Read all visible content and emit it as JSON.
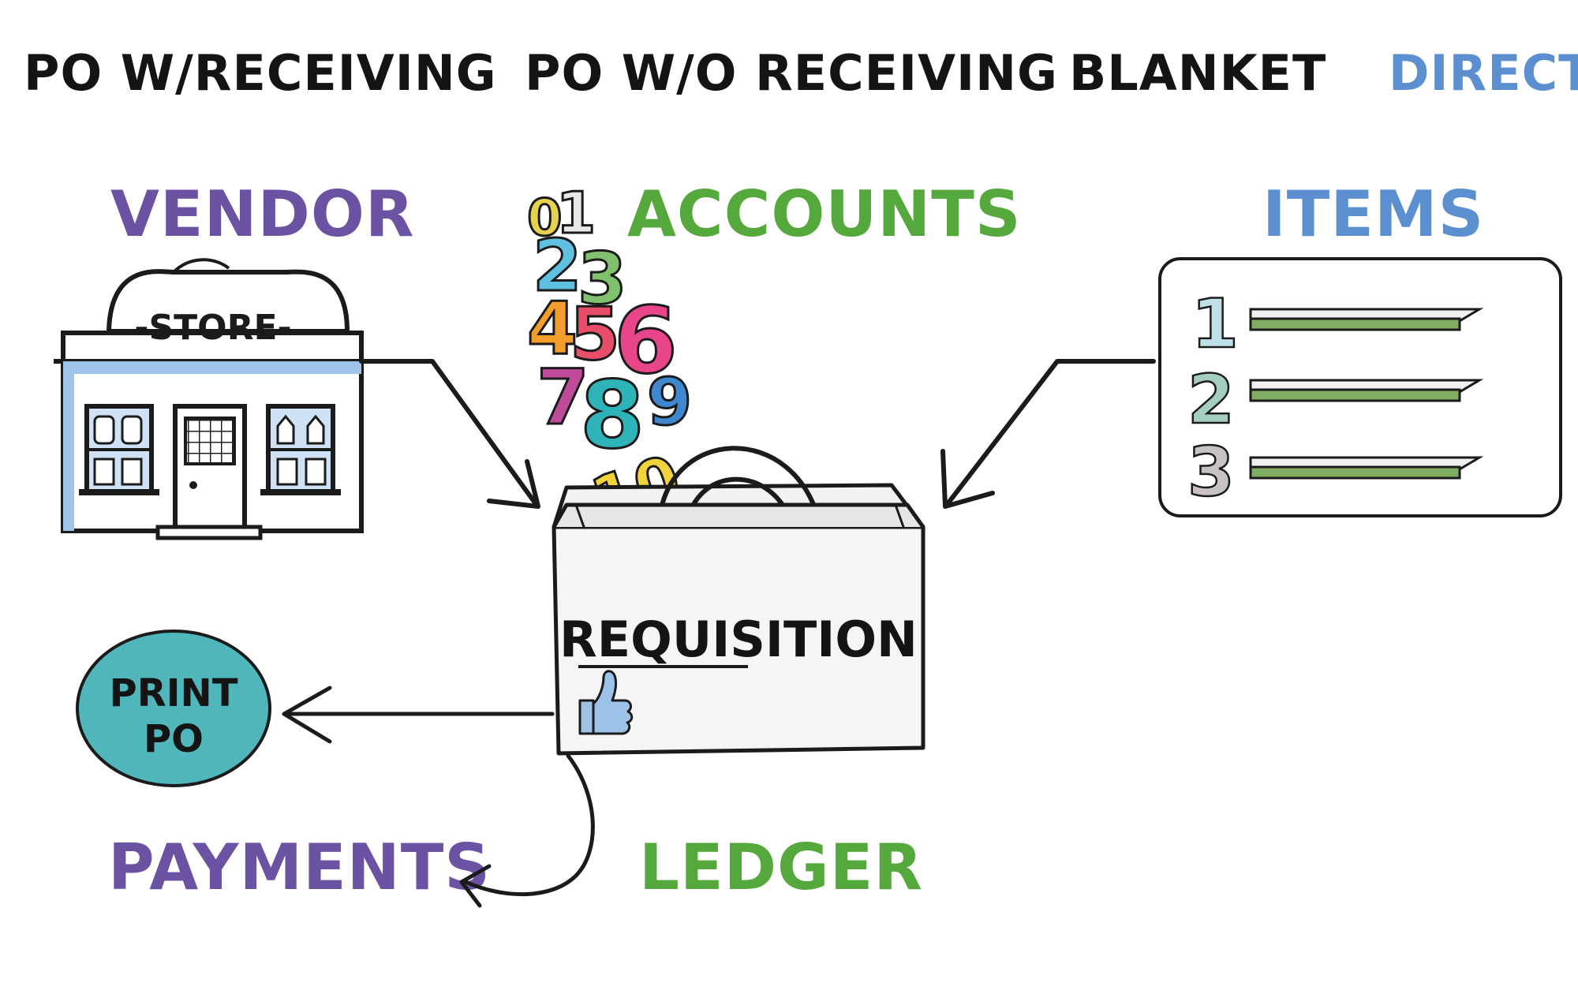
{
  "tabs": [
    {
      "label": "PO W/RECEIVING",
      "color": "#141414"
    },
    {
      "label": "PO W/O RECEIVING",
      "color": "#141414"
    },
    {
      "label": "BLANKET",
      "color": "#141414"
    },
    {
      "label": "DIRECT",
      "color": "#5b8fcf"
    }
  ],
  "nodes": {
    "vendor": {
      "label": "VENDOR",
      "color": "#6b52a3",
      "icon": "store-icon"
    },
    "store_sign": "-STORE-",
    "accounts": {
      "label": "ACCOUNTS",
      "color": "#55a83c",
      "icon": "numbers-icon"
    },
    "items": {
      "label": "ITEMS",
      "color": "#5b8fcf",
      "icon": "item-list-icon"
    },
    "item_numbers": [
      "1",
      "2",
      "3"
    ],
    "requisition": {
      "label": "REQUISITION",
      "icon": "shopping-bag-icon"
    },
    "approval_icon": "thumbs-up-icon",
    "print_po": {
      "line1": "PRINT",
      "line2": "PO",
      "color": "#4fb6bb"
    },
    "payments": {
      "label": "PAYMENTS",
      "color": "#6b52a3"
    },
    "ledger": {
      "label": "LEDGER",
      "color": "#55a83c"
    }
  },
  "digits": [
    "0",
    "1",
    "2",
    "3",
    "4",
    "5",
    "6",
    "7",
    "8",
    "9",
    "10"
  ]
}
